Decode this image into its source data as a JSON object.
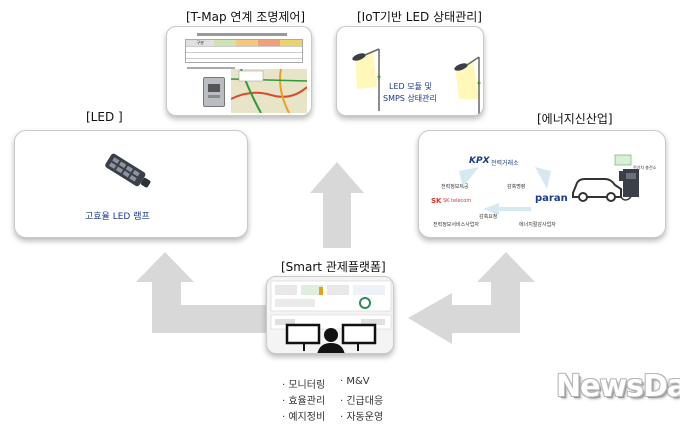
{
  "titles": {
    "tmap": "[T-Map 연계 조명제어]",
    "iot": "[IoT기반 LED 상태관리]",
    "led": "[LED ]",
    "energy": "[에너지신산업]",
    "platform": "[Smart 관제플랫폼]"
  },
  "led_box": {
    "caption": "고효율 LED 램프"
  },
  "iot_box": {
    "caption_line1": "LED 모듈 및",
    "caption_line2": "SMPS 상태관리"
  },
  "tmap_box": {
    "table_headers": [
      "구분",
      "",
      "",
      "",
      ""
    ],
    "table_rows": [
      [
        "",
        "",
        "",
        "",
        ""
      ],
      [
        "",
        "",
        "",
        "",
        ""
      ],
      [
        "",
        "",
        "",
        "",
        ""
      ]
    ]
  },
  "energy_box": {
    "kpx_label": "전력거래소",
    "skt_label": "SK telecom",
    "paran_label": "paran",
    "charger_label": "전기차 충전소",
    "edge_info": "전력정보제공",
    "edge_reduce": "감축명령",
    "edge_request": "감축요청",
    "node_service": "전력정보서비스사업자",
    "node_demand": "에너지절감사업자"
  },
  "features": {
    "col1": [
      "모니터링",
      "효율관리",
      "예지정비"
    ],
    "col2": [
      "M&V",
      "긴급대응",
      "자동운영"
    ]
  },
  "watermark": "NewsDa",
  "colors": {
    "arrow": "#d8d8d8",
    "caption": "#1a3a8a",
    "lamp": "#3a3f48"
  }
}
